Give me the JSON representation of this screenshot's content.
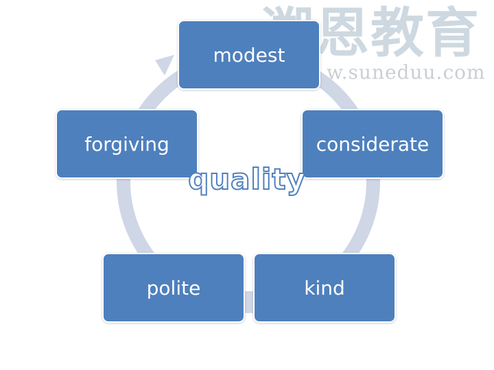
{
  "watermark": {
    "chinese_text": "溯恩教育",
    "url_text": "w.suneduu.com"
  },
  "diagram": {
    "type": "basic-cycle",
    "center": "quality",
    "nodes": [
      {
        "id": "modest",
        "label": "modest"
      },
      {
        "id": "considerate",
        "label": "considerate"
      },
      {
        "id": "kind",
        "label": "kind"
      },
      {
        "id": "polite",
        "label": "polite"
      },
      {
        "id": "forgiving",
        "label": "forgiving"
      }
    ],
    "colors": {
      "node_fill": "#4e80bd",
      "node_text": "#ffffff",
      "ring": "#cfd6e5"
    }
  }
}
